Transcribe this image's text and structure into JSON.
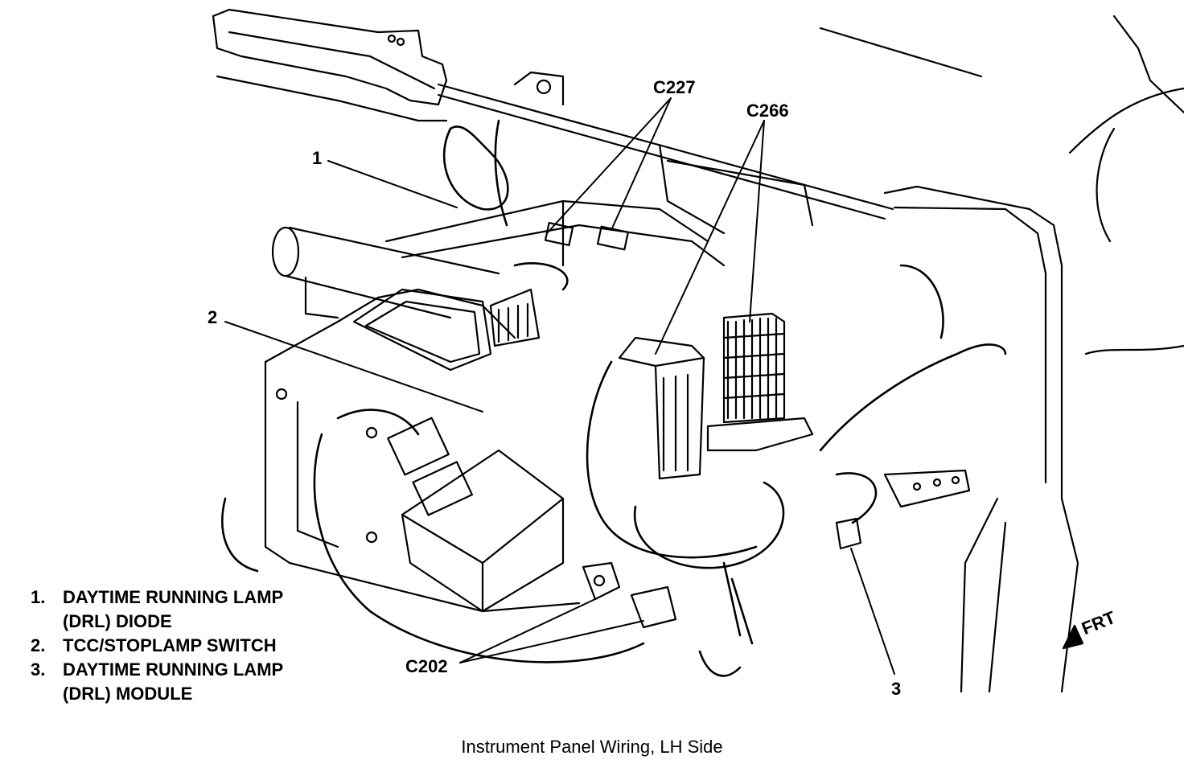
{
  "callouts": {
    "c227": "C227",
    "c266": "C266",
    "c202": "C202",
    "n1": "1",
    "n2": "2",
    "n3": "3",
    "frt": "FRT"
  },
  "legend": [
    {
      "num": "1.",
      "line1": "DAYTIME RUNNING LAMP",
      "line2": "(DRL) DIODE"
    },
    {
      "num": "2.",
      "line1": "TCC/STOPLAMP SWITCH",
      "line2": ""
    },
    {
      "num": "3.",
      "line1": "DAYTIME RUNNING LAMP",
      "line2": "(DRL) MODULE"
    }
  ],
  "caption": "Instrument Panel Wiring, LH Side",
  "colors": {
    "ink": "#000000",
    "paper": "#ffffff"
  }
}
